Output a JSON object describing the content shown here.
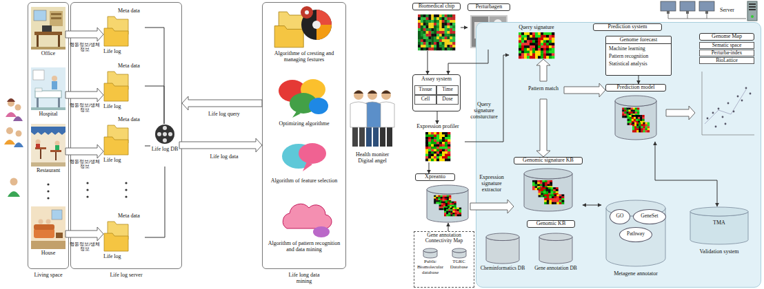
{
  "diagram": {
    "nodes": [
      {
        "text": [
          "Living space"
        ]
      },
      {
        "text": [
          "Office"
        ],
        "in": 0
      },
      {
        "text": [
          "Hospital"
        ],
        "in": 0
      },
      {
        "text": [
          "Restaurant"
        ],
        "in": 0
      },
      {
        "text": [
          "House"
        ],
        "in": 0
      },
      {
        "text": [
          "Life log server"
        ]
      },
      {
        "text": [
          "Meta data",
          "Life log"
        ],
        "in": 5
      },
      {
        "text": [
          "Meta data",
          "Life log"
        ],
        "in": 5
      },
      {
        "text": [
          "Meta data",
          "Life log"
        ],
        "in": 5
      },
      {
        "text": [
          "Meta data",
          "Life log"
        ],
        "in": 5
      },
      {
        "text": [
          "Life log DB"
        ],
        "in": 5
      },
      {
        "text": [
          "Life long data mining"
        ]
      },
      {
        "text": [
          "Algorithme of cresting and managing festures"
        ],
        "in": 11
      },
      {
        "text": [
          "Optimizing algorithme"
        ],
        "in": 11
      },
      {
        "text": [
          "Algorithm of feature selection"
        ],
        "in": 11
      },
      {
        "text": [
          "Algorithm of pattern recognition and data mining"
        ],
        "in": 11
      },
      {
        "text": [
          "Health moniter Digital angel"
        ]
      },
      {
        "text": [
          "Biomedical chip"
        ]
      },
      {
        "text": [
          "Perturbagen"
        ]
      },
      {
        "text": [
          "Assay system"
        ]
      },
      {
        "text": [
          "Tissue"
        ],
        "in": 19
      },
      {
        "text": [
          "Time"
        ],
        "in": 19
      },
      {
        "text": [
          "Cell"
        ],
        "in": 19
      },
      {
        "text": [
          "Dose"
        ],
        "in": 19
      },
      {
        "text": [
          "Expression profiler"
        ]
      },
      {
        "text": [
          "Xpreanto"
        ]
      },
      {
        "text": [
          "Gene annotation Connectivity Map"
        ]
      },
      {
        "text": [
          "Public Biomolecular database"
        ],
        "in": 26
      },
      {
        "text": [
          "TGRC Database"
        ],
        "in": 26
      },
      {
        "text": [
          "Prediction system"
        ]
      },
      {
        "text": [
          "Query signature"
        ],
        "in": 29
      },
      {
        "text": [
          "Pattern match"
        ],
        "in": 29
      },
      {
        "text": [
          "Genomic signature KB"
        ],
        "in": 29
      },
      {
        "text": [
          "Genome forecast",
          "Machine learning",
          "Pattern recognition",
          "Statistical analysis"
        ],
        "in": 29
      },
      {
        "text": [
          "Prediction model"
        ],
        "in": 29
      },
      {
        "text": [
          "Genomic KB"
        ],
        "in": 29
      },
      {
        "text": [
          "Cheminformatics DB"
        ],
        "in": 35
      },
      {
        "text": [
          "Gene annotation DB"
        ],
        "in": 35
      },
      {
        "text": [
          "Metagene annotator"
        ],
        "in": 29
      },
      {
        "text": [
          "GO"
        ],
        "in": 38
      },
      {
        "text": [
          "GeneSet"
        ],
        "in": 38
      },
      {
        "text": [
          "Pathway"
        ],
        "in": 38
      },
      {
        "text": [
          "Genome Map",
          "Sematic space",
          "Perturba-index",
          "BioLattice"
        ],
        "in": 29
      },
      {
        "text": [
          "Server"
        ]
      },
      {
        "text": [
          "TMA",
          "Validation system"
        ],
        "in": 29
      }
    ],
    "edges": [
      {
        "from": 1,
        "to": 6,
        "arrow": "to",
        "label": "행동정보/생체정보"
      },
      {
        "from": 2,
        "to": 7,
        "arrow": "to",
        "label": "행동정보/생체정보"
      },
      {
        "from": 3,
        "to": 8,
        "arrow": "to",
        "label": "행동정보/생체정보"
      },
      {
        "from": 4,
        "to": 9,
        "arrow": "to",
        "label": "행동정보/생체정보"
      },
      {
        "from": 6,
        "to": 10,
        "arrow": "none"
      },
      {
        "from": 7,
        "to": 10,
        "arrow": "none"
      },
      {
        "from": 8,
        "to": 10,
        "arrow": "none"
      },
      {
        "from": 9,
        "to": 10,
        "arrow": "none"
      },
      {
        "from": 11,
        "to": 5,
        "arrow": "to",
        "label": "Life log query"
      },
      {
        "from": 10,
        "to": 11,
        "arrow": "to",
        "label": "Life log data"
      },
      {
        "from": 17,
        "to": 18,
        "arrow": "to"
      },
      {
        "from": 17,
        "to": 19,
        "arrow": "to"
      },
      {
        "from": 18,
        "to": 19,
        "arrow": "to"
      },
      {
        "from": 19,
        "to": 24,
        "arrow": "to"
      },
      {
        "from": 24,
        "to": 25,
        "arrow": "to"
      },
      {
        "from": 26,
        "to": 25,
        "arrow": "to"
      },
      {
        "from": 24,
        "to": 30,
        "arrow": "to",
        "label": "Query signature consturcture"
      },
      {
        "from": 25,
        "to": 32,
        "arrow": "to",
        "label": "Expression signature extractor"
      },
      {
        "from": 31,
        "to": 30,
        "arrow": "to"
      },
      {
        "from": 31,
        "to": 32,
        "arrow": "to"
      },
      {
        "from": 31,
        "to": 34,
        "arrow": "to"
      },
      {
        "from": 33,
        "to": 34,
        "arrow": "to"
      },
      {
        "from": 34,
        "to": 42,
        "arrow": "to"
      },
      {
        "from": 32,
        "to": 38,
        "arrow": "both"
      },
      {
        "from": 34,
        "to": 44,
        "arrow": "both"
      }
    ]
  }
}
